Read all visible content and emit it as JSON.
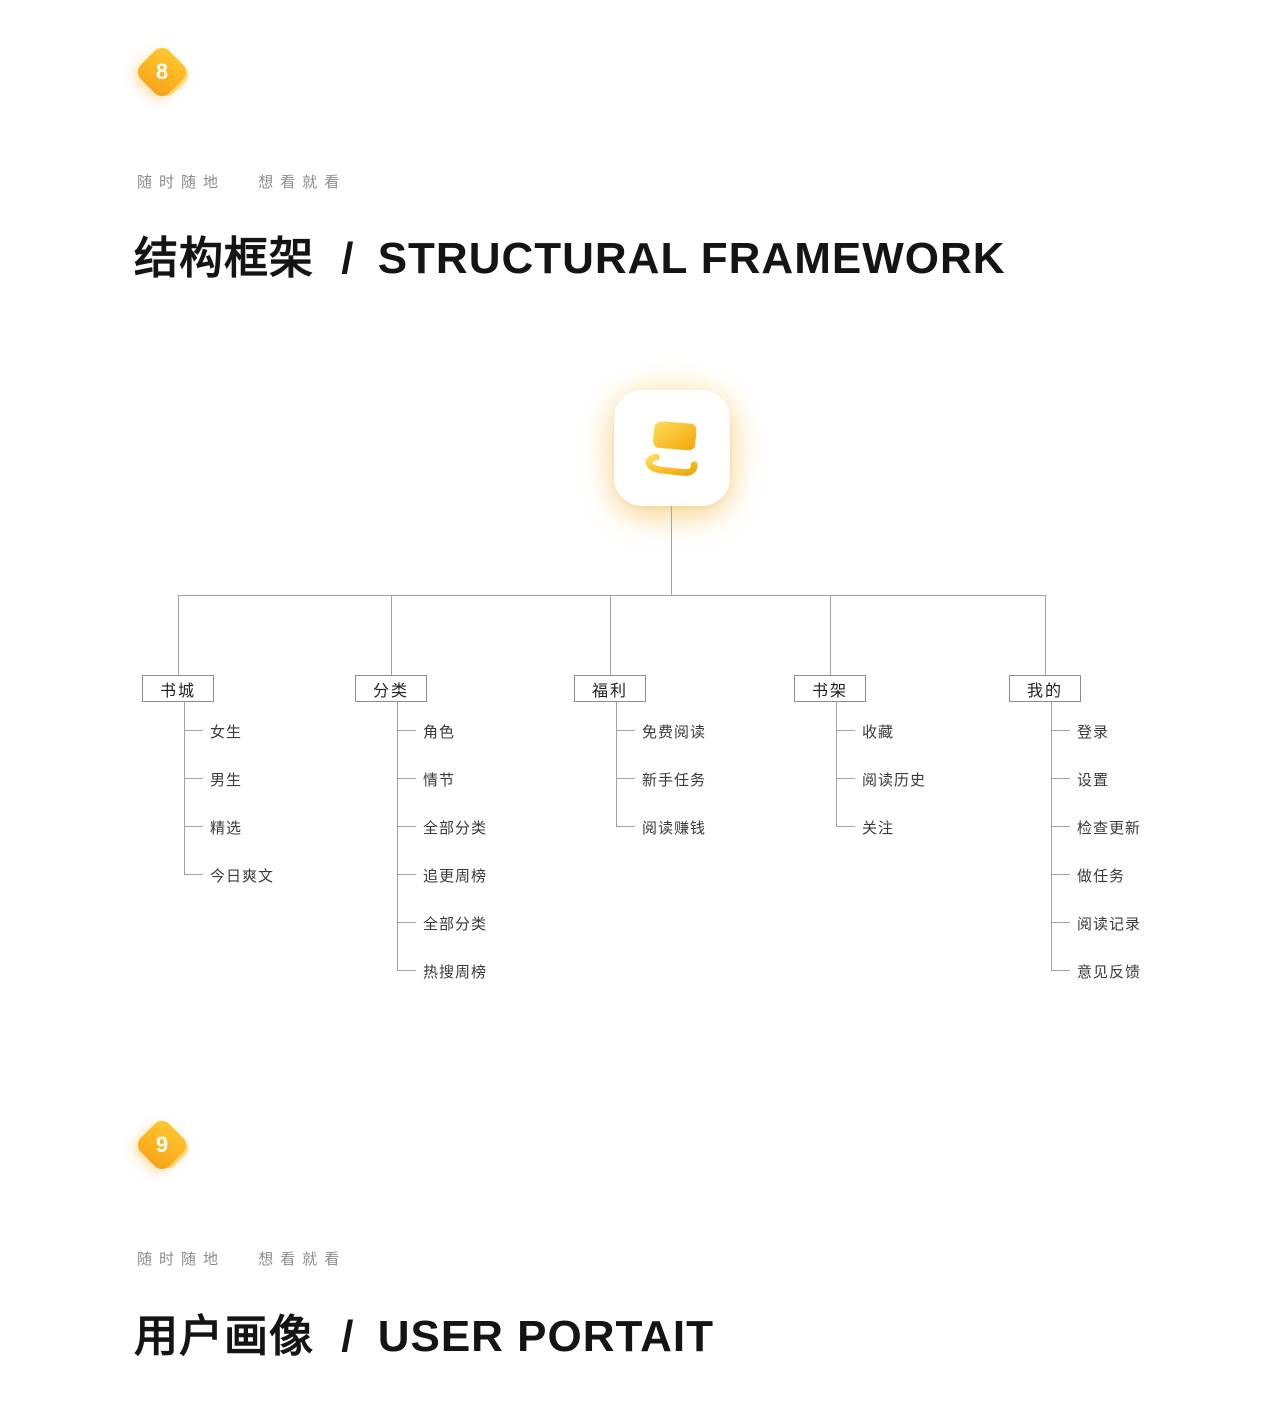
{
  "sections": [
    {
      "badge": "8",
      "tagline_left": "随时随地",
      "tagline_right": "想看就看",
      "title_zh": "结构框架",
      "title_sep": "/",
      "title_en": "STRUCTURAL FRAMEWORK"
    },
    {
      "badge": "9",
      "tagline_left": "随时随地",
      "tagline_right": "想看就看",
      "title_zh": "用户画像",
      "title_sep": "/",
      "title_en": "USER PORTAIT"
    }
  ],
  "tree": {
    "root_icon": "book-app-icon",
    "branches": [
      {
        "label": "书城",
        "children": [
          "女生",
          "男生",
          "精选",
          "今日爽文"
        ]
      },
      {
        "label": "分类",
        "children": [
          "角色",
          "情节",
          "全部分类",
          "追更周榜",
          "全部分类",
          "热搜周榜"
        ]
      },
      {
        "label": "福利",
        "children": [
          "免费阅读",
          "新手任务",
          "阅读赚钱"
        ]
      },
      {
        "label": "书架",
        "children": [
          "收藏",
          "阅读历史",
          "关注"
        ]
      },
      {
        "label": "我的",
        "children": [
          "登录",
          "设置",
          "检查更新",
          "做任务",
          "阅读记录",
          "意见反馈"
        ]
      }
    ]
  },
  "colors": {
    "accent_start": "#ffc930",
    "accent_end": "#f7a117",
    "line": "#a3a3a3",
    "title": "#141414",
    "tagline": "#8c8c8c"
  }
}
